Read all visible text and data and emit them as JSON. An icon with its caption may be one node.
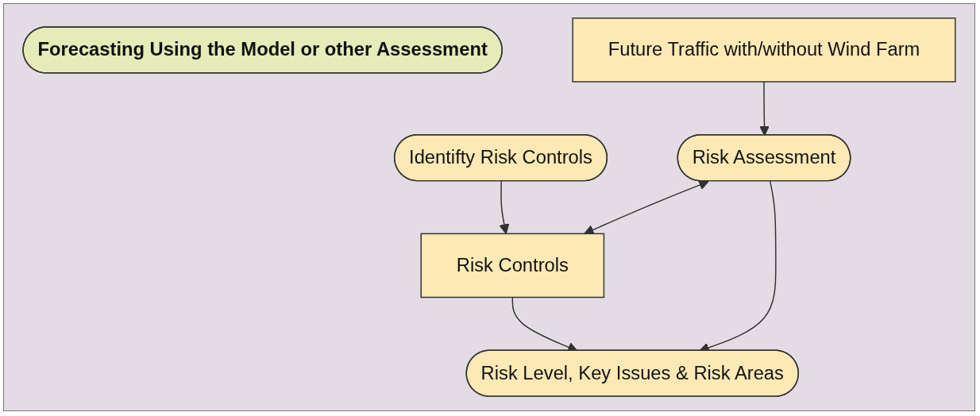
{
  "diagram": {
    "nodes": [
      {
        "text": [
          "Forecasting Using the Model or other Assessment"
        ]
      },
      {
        "text": [
          "Future Traffic with/without Wind Farm"
        ]
      },
      {
        "text": [
          "Identifty Risk Controls"
        ]
      },
      {
        "text": [
          "Risk Assessment"
        ]
      },
      {
        "text": [
          "Risk Controls"
        ]
      },
      {
        "text": [
          "Risk Level, Key Issues & Risk Areas"
        ]
      }
    ],
    "edges": [
      {
        "from": 1,
        "to": 3,
        "arrow": "to"
      },
      {
        "from": 2,
        "to": 4,
        "arrow": "to"
      },
      {
        "from": 3,
        "to": 4,
        "arrow": "both"
      },
      {
        "from": 4,
        "to": 5,
        "arrow": "to"
      },
      {
        "from": 3,
        "to": 5,
        "arrow": "to"
      }
    ]
  }
}
